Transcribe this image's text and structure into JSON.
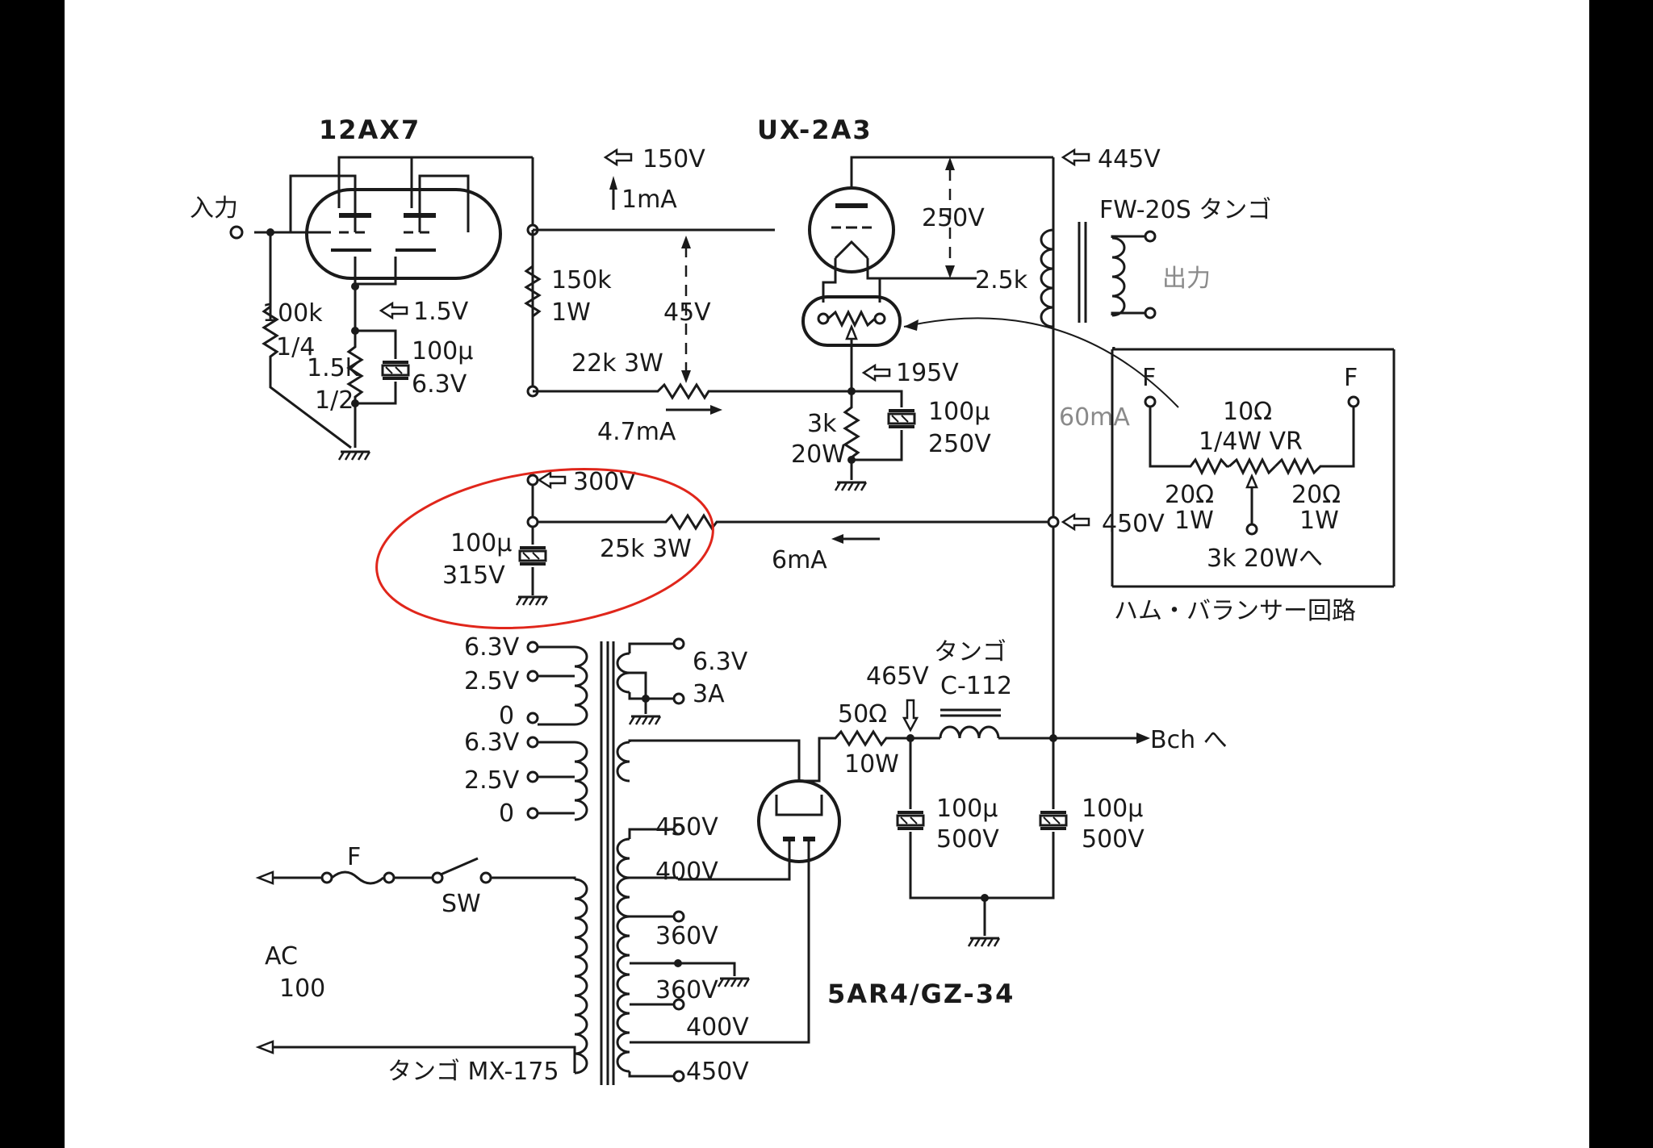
{
  "tubes": {
    "t1": "12AX7",
    "t2": "UX-2A3",
    "t3": "5AR4/GZ-34"
  },
  "labels": {
    "input": "入力",
    "output": "出力",
    "out_tx": "FW-20S タンゴ",
    "v150": "150V",
    "i1": "1mA",
    "v445": "445V",
    "v250": "250V",
    "r25k": "2.5k",
    "r150k": "150k",
    "r150k_w": "1W",
    "v45": "45V",
    "r100k": "100k",
    "r100k_w": "1/4",
    "v15": "1.5V",
    "r15k": "1.5k",
    "r15k_w": "1/2",
    "c100u_a": "100μ",
    "c63v": "6.3V",
    "r22k": "22k 3W",
    "i47": "4.7mA",
    "v195": "195V",
    "r3k": "3k",
    "r3k_w": "20W",
    "c100u_b": "100μ",
    "c250v": "250V",
    "i60": "60mA",
    "v300": "300V",
    "c100u_c": "100μ",
    "c315v": "315V",
    "r25k3w": "25k 3W",
    "i6": "6mA",
    "v450": "450V",
    "hb_f1": "F",
    "hb_f2": "F",
    "hb_10": "10Ω",
    "hb_vr": "1/4W VR",
    "hb_20a": "20Ω",
    "hb_1wa": "1W",
    "hb_20b": "20Ω",
    "hb_1wb": "1W",
    "hb_to": "3k 20Wへ",
    "hb_title": "ハム・バランサー回路",
    "pt_63a": "6.3V",
    "pt_25a": "2.5V",
    "pt_0a": "0",
    "pt_63b": "6.3V",
    "pt_25b": "2.5V",
    "pt_0b": "0",
    "pt_63c": "6.3V",
    "pt_3a": "3A",
    "v465": "465V",
    "choke": "タンゴ",
    "choke_model": "C-112",
    "r50": "50Ω",
    "r50_w": "10W",
    "bch": "Bch へ",
    "c100u_d": "100μ",
    "c500v_d": "500V",
    "c100u_e": "100μ",
    "c500v_e": "500V",
    "hv450a": "450V",
    "hv400a": "400V",
    "hv360a": "360V",
    "hv360b": "360V",
    "hv400b": "400V",
    "hv450b": "450V",
    "fuse": "F",
    "sw": "SW",
    "ac": "AC",
    "ac100": "100",
    "ptx": "タンゴ MX-175"
  }
}
